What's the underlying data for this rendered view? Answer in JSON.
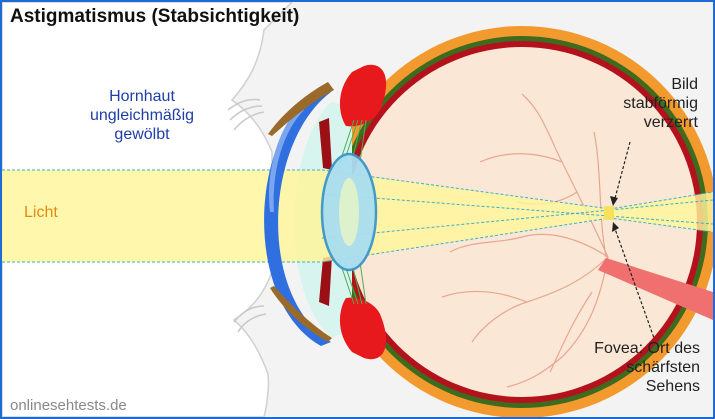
{
  "title": "Astigmatismus (Stabsichtigkeit)",
  "labels": {
    "cornea": [
      "Hornhaut",
      "ungleichmäßig",
      "gewölbt"
    ],
    "light": "Licht",
    "image": [
      "Bild",
      "stabförmig",
      "verzerrt"
    ],
    "fovea": [
      "Fovea: Ort des",
      "schärfsten",
      "Sehens"
    ]
  },
  "website": "onlinesehtests.de",
  "colors": {
    "frame_border": "#1e6ad6",
    "background": "#f3f3f3",
    "light_beam": "#fff59a",
    "beam_edge": "#3ab0c8",
    "sclera": "#f39a2f",
    "choroid": "#3e6b1e",
    "retina": "#b3121c",
    "vitreous": "#fbe7d5",
    "cornea": "#2f6fe0",
    "iris": "#e8191c",
    "lens": "#a9ddef",
    "optic_nerve": "#f07070",
    "eyelid": "#9a6a2a"
  }
}
